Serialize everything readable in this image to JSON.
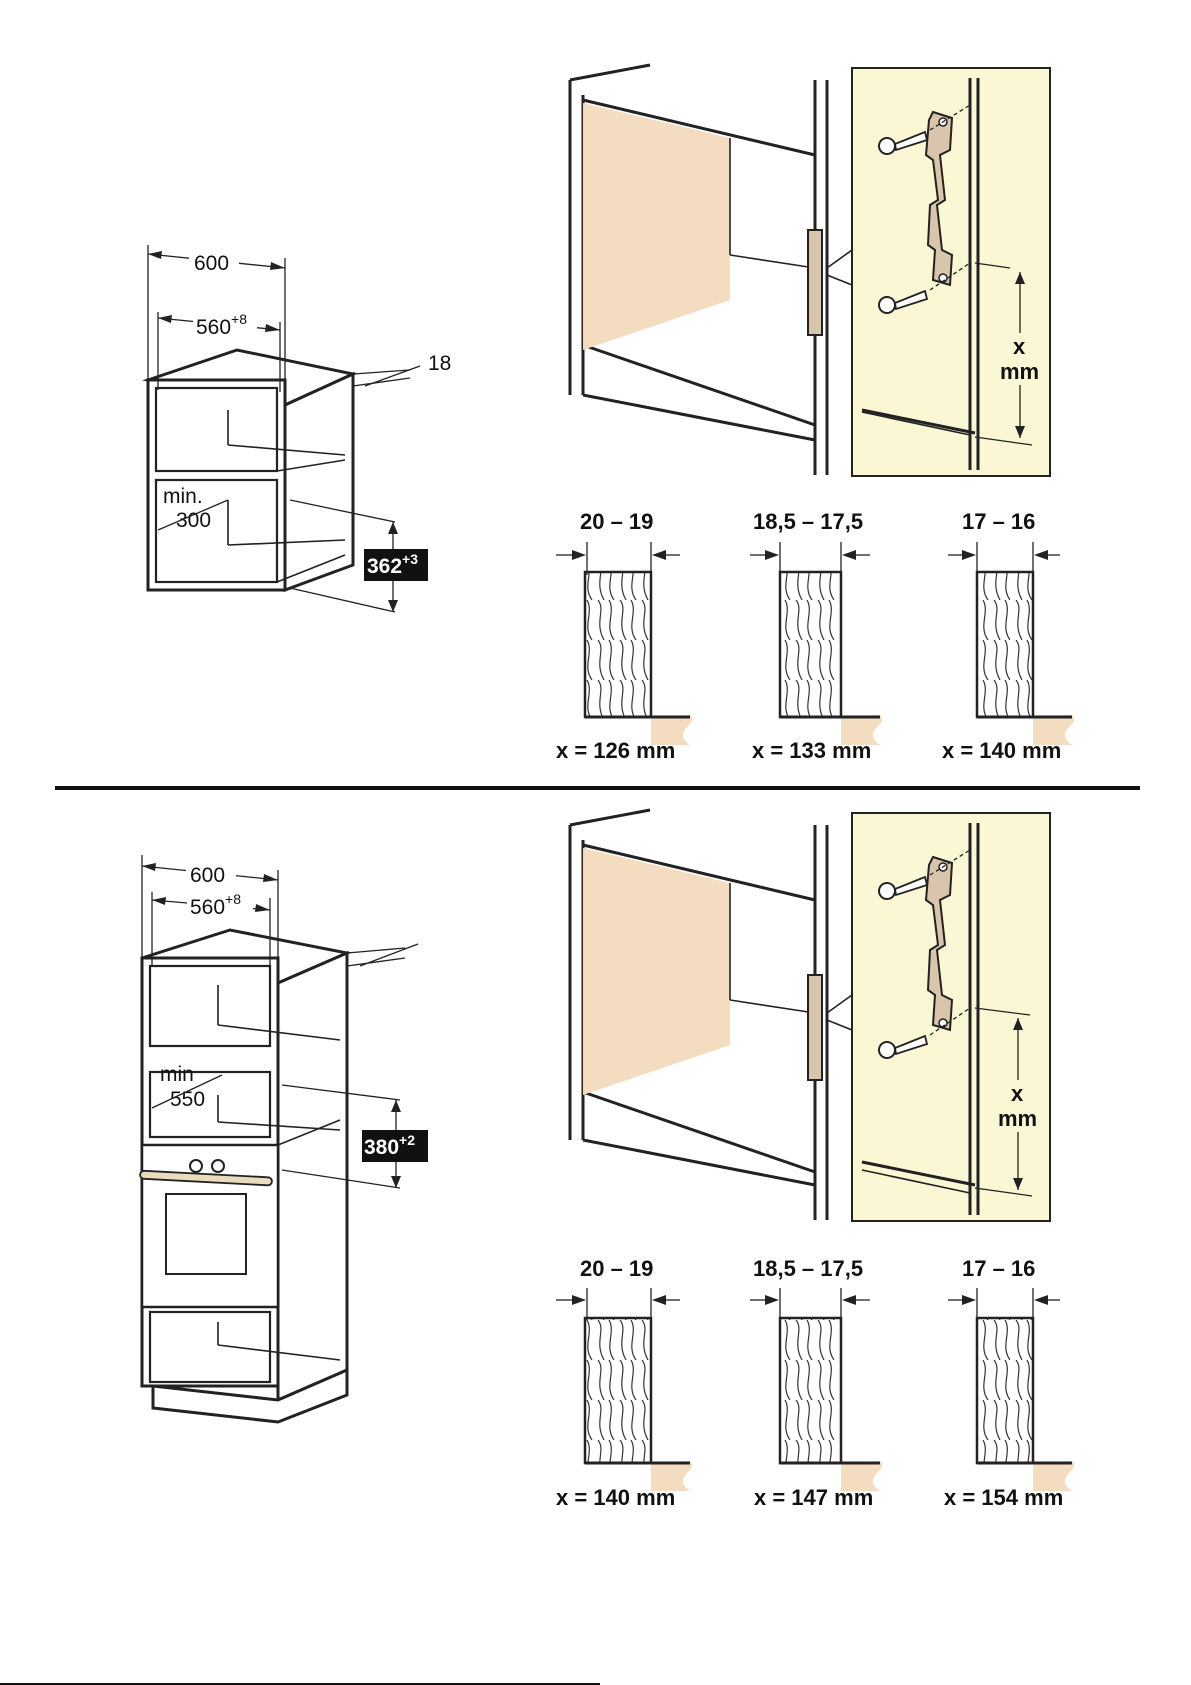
{
  "colors": {
    "panel_bg": "#fbf6d4",
    "cabinet_fill": "#f4dcc0",
    "bracket_fill": "#d9c4ac",
    "dimension_line": "#b8a870",
    "badge_bg": "#111111",
    "ink": "#222222"
  },
  "top_section": {
    "cabinet": {
      "width": "600",
      "inner_width": "560",
      "inner_width_tol": "+8",
      "side": "18",
      "min_label": "min.",
      "min_depth": "300",
      "niche_height": "362",
      "niche_height_tol": "+3"
    },
    "mount_detail": {
      "x_label": "x",
      "unit_label": "mm"
    },
    "panels": [
      {
        "thickness": "20 – 19",
        "result": "x = 126 mm"
      },
      {
        "thickness": "18,5 – 17,5",
        "result": "x = 133 mm"
      },
      {
        "thickness": "17 – 16",
        "result": "x = 140 mm"
      }
    ]
  },
  "bottom_section": {
    "cabinet": {
      "width": "600",
      "inner_width": "560",
      "inner_width_tol": "+8",
      "min_label": "min",
      "min_depth": "550",
      "niche_height": "380",
      "niche_height_tol": "+2"
    },
    "mount_detail": {
      "x_label": "x",
      "unit_label": "mm"
    },
    "panels": [
      {
        "thickness": "20 – 19",
        "result": "x = 140 mm"
      },
      {
        "thickness": "18,5 – 17,5",
        "result": "x = 147 mm"
      },
      {
        "thickness": "17 – 16",
        "result": "x = 154 mm"
      }
    ]
  }
}
